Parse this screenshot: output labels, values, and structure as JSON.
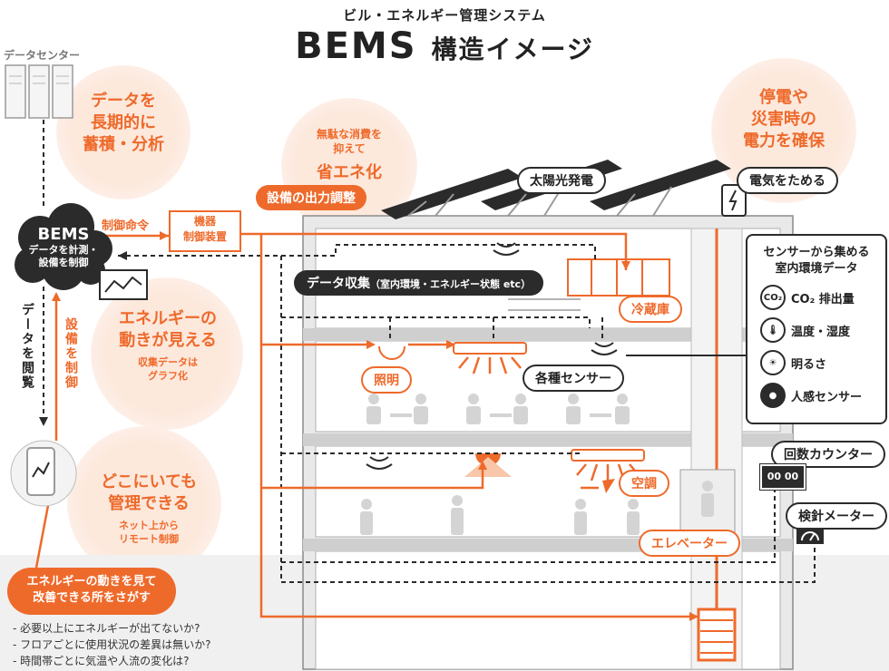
{
  "subtitle": "ビル・エネルギー管理システム",
  "title_main": "BEMS",
  "title_sub": "構造イメージ",
  "datacenter_label": "データセンター",
  "bubbles": {
    "storage": "データを\n長期的に\n蓄積・分析",
    "eco_small": "無駄な消費を\n抑えて",
    "eco_big": "省エネ化",
    "power_outage": "停電や\n災害時の\n電力を確保",
    "visible_main": "エネルギーの\n動きが見える",
    "visible_sub": "収集データは\nグラフ化",
    "anywhere_main": "どこにいても\n管理できる",
    "anywhere_sub": "ネット上から\nリモート制御"
  },
  "bems_box": {
    "name": "BEMS",
    "desc": "データを計測・\n設備を制御"
  },
  "labels": {
    "control_command": "制御命令",
    "device_controller": "機器\n制御装置",
    "output_adjust": "設備の出力調整",
    "solar": "太陽光発電",
    "store_power": "電気をためる",
    "data_collect": "データ収集",
    "data_collect_detail": "（室内環境・エネルギー状態 etc）",
    "fridge": "冷蔵庫",
    "lighting": "照明",
    "sensors": "各種センサー",
    "aircon": "空調",
    "elevator": "エレベーター",
    "counter": "回数カウンター",
    "counter_display": "00 00",
    "meter": "検針メーター",
    "view_data": "データを閲覧",
    "control_equipment": "設備を制御"
  },
  "legend": {
    "title": "センサーから集める\n室内環境データ",
    "items": [
      {
        "icon": "co2-icon",
        "label": "CO₂ 排出量"
      },
      {
        "icon": "thermometer-icon",
        "label": "温度・湿度"
      },
      {
        "icon": "sun-icon",
        "label": "明るさ"
      },
      {
        "icon": "person-icon",
        "label": "人感センサー"
      }
    ]
  },
  "improve": {
    "title": "エネルギーの動きを見て\n改善できる所をさがす",
    "bullets": [
      "- 必要以上にエネルギーが出てないか?",
      "- フロアごとに使用状況の差異は無いか?",
      "- 時間帯ごとに気温や人流の変化は?"
    ]
  },
  "colors": {
    "orange": "#ee6a2b",
    "dark": "#2b2b2b",
    "glow": "#fde8dc"
  }
}
